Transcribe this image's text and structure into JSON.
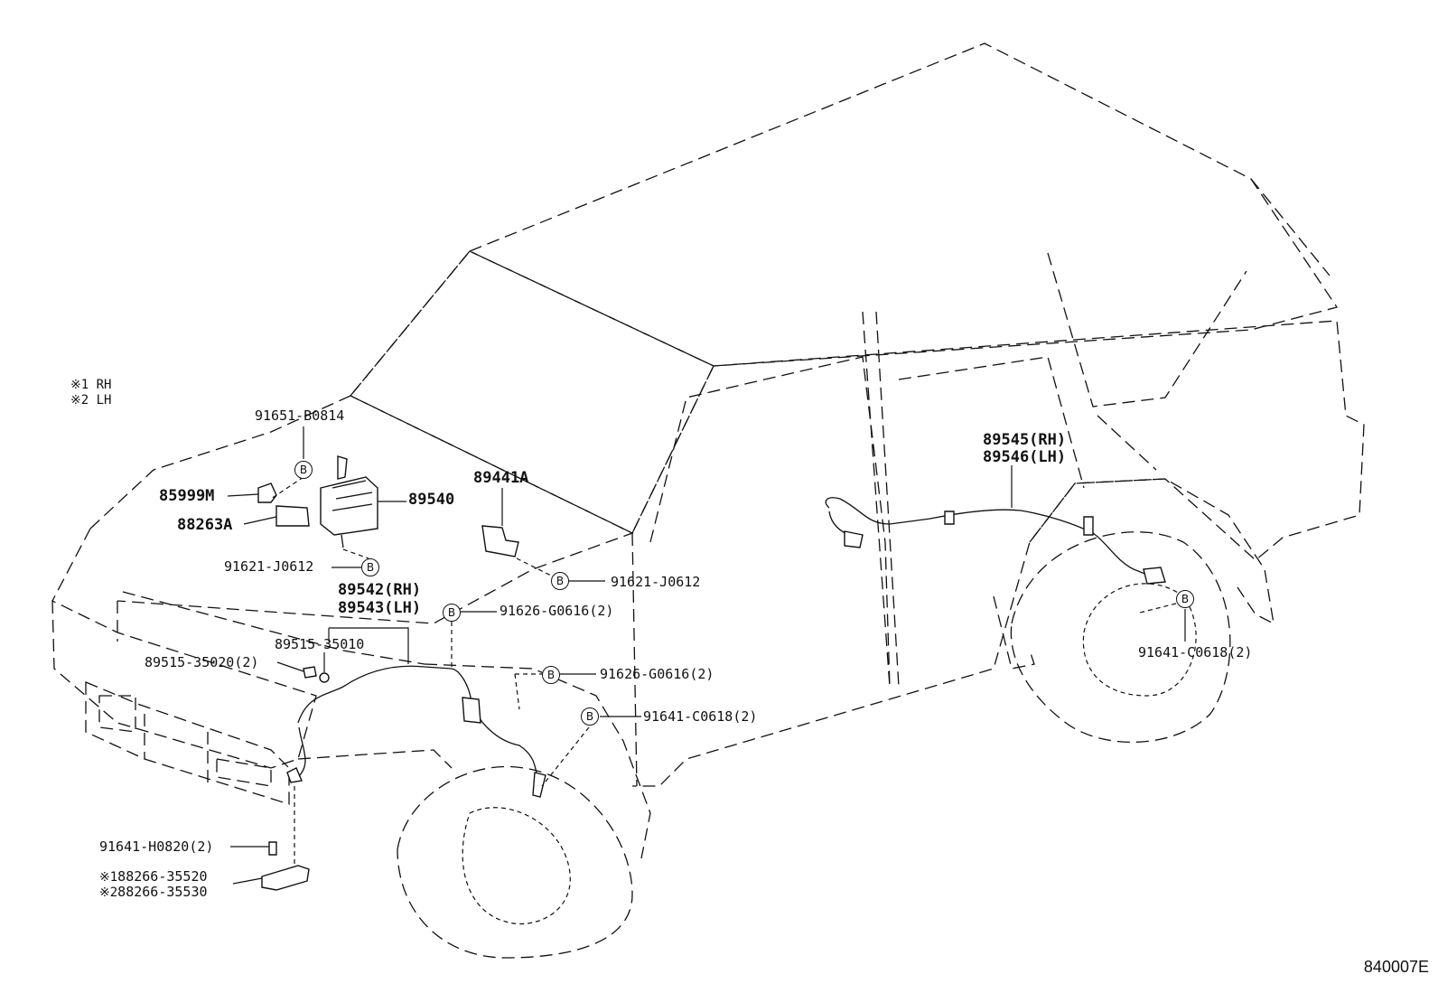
{
  "legend": [
    {
      "mark": "※1",
      "text": "RH"
    },
    {
      "mark": "※2",
      "text": "LH"
    }
  ],
  "badge_letter": "B",
  "parts": {
    "p91651": "91651-B0814",
    "p85999": "85999M",
    "p88263": "88263A",
    "p89540": "89540",
    "p91621a": "91621-J0612",
    "p89441": "89441A",
    "p91621b": "91621-J0612",
    "p89542": "89542(RH)",
    "p89543": "89543(LH)",
    "p91626a": "91626-G0616(2)",
    "p89515b": "89515-35010",
    "p89515a": "89515-35020(2)",
    "p91626b": "91626-G0616(2)",
    "p91641a": "91641-C0618(2)",
    "p91641h": "91641-H0820(2)",
    "p88266a_mark": "※1",
    "p88266a": "88266-35520",
    "p88266b_mark": "※2",
    "p88266b": "88266-35530",
    "p89545": "89545(RH)",
    "p89546": "89546(LH)",
    "p91641b": "91641-C0618(2)"
  },
  "reference_code": "840007E"
}
